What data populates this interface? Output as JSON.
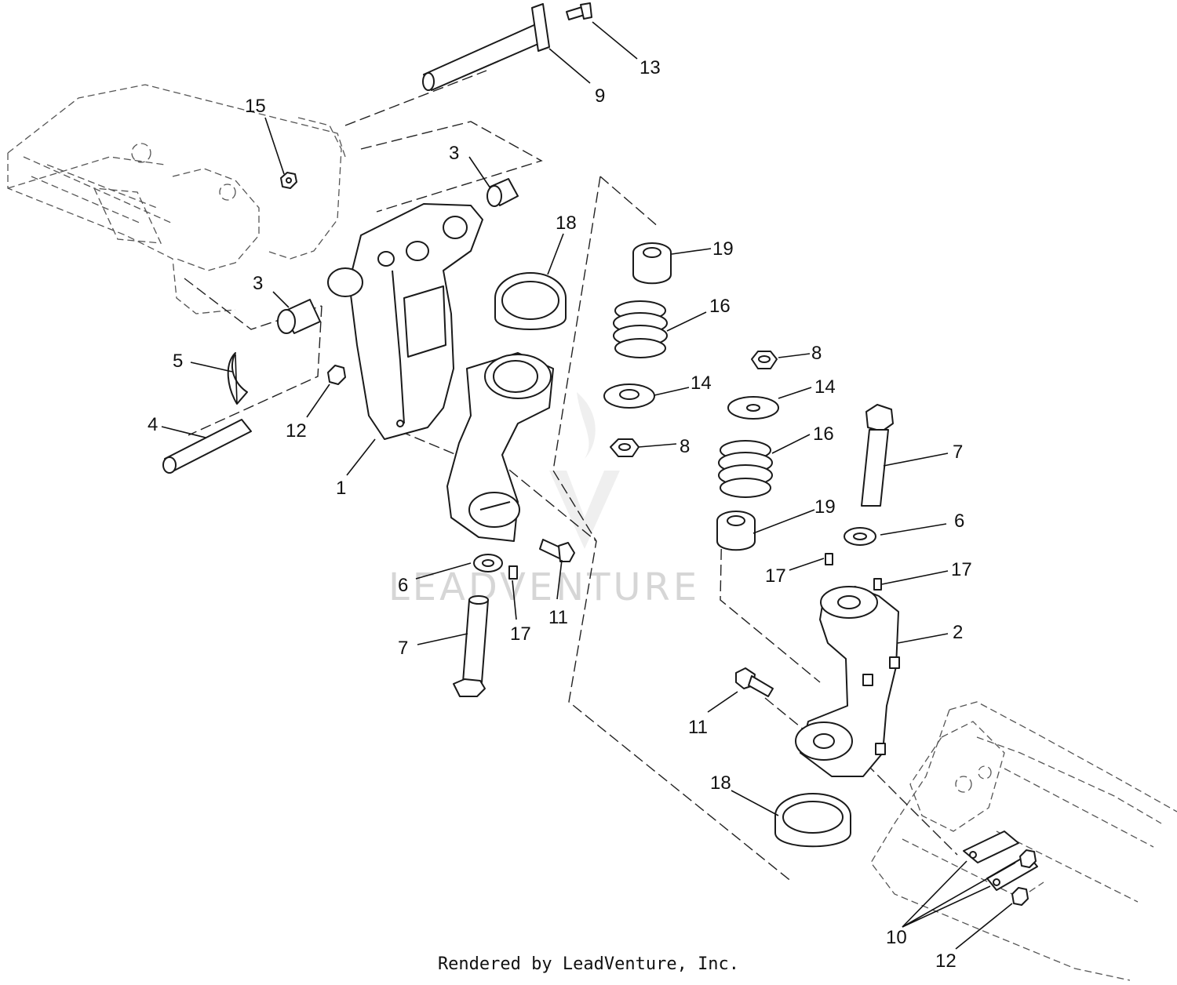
{
  "callouts": [
    "13",
    "9",
    "15",
    "3",
    "3",
    "18",
    "19",
    "16",
    "14",
    "8",
    "8",
    "14",
    "16",
    "7",
    "5",
    "4",
    "12",
    "1",
    "19",
    "6",
    "17",
    "17",
    "6",
    "11",
    "17",
    "7",
    "2",
    "11",
    "18",
    "10",
    "12"
  ],
  "watermark": "LEADVENTURE",
  "footer": "Rendered by LeadVenture, Inc."
}
